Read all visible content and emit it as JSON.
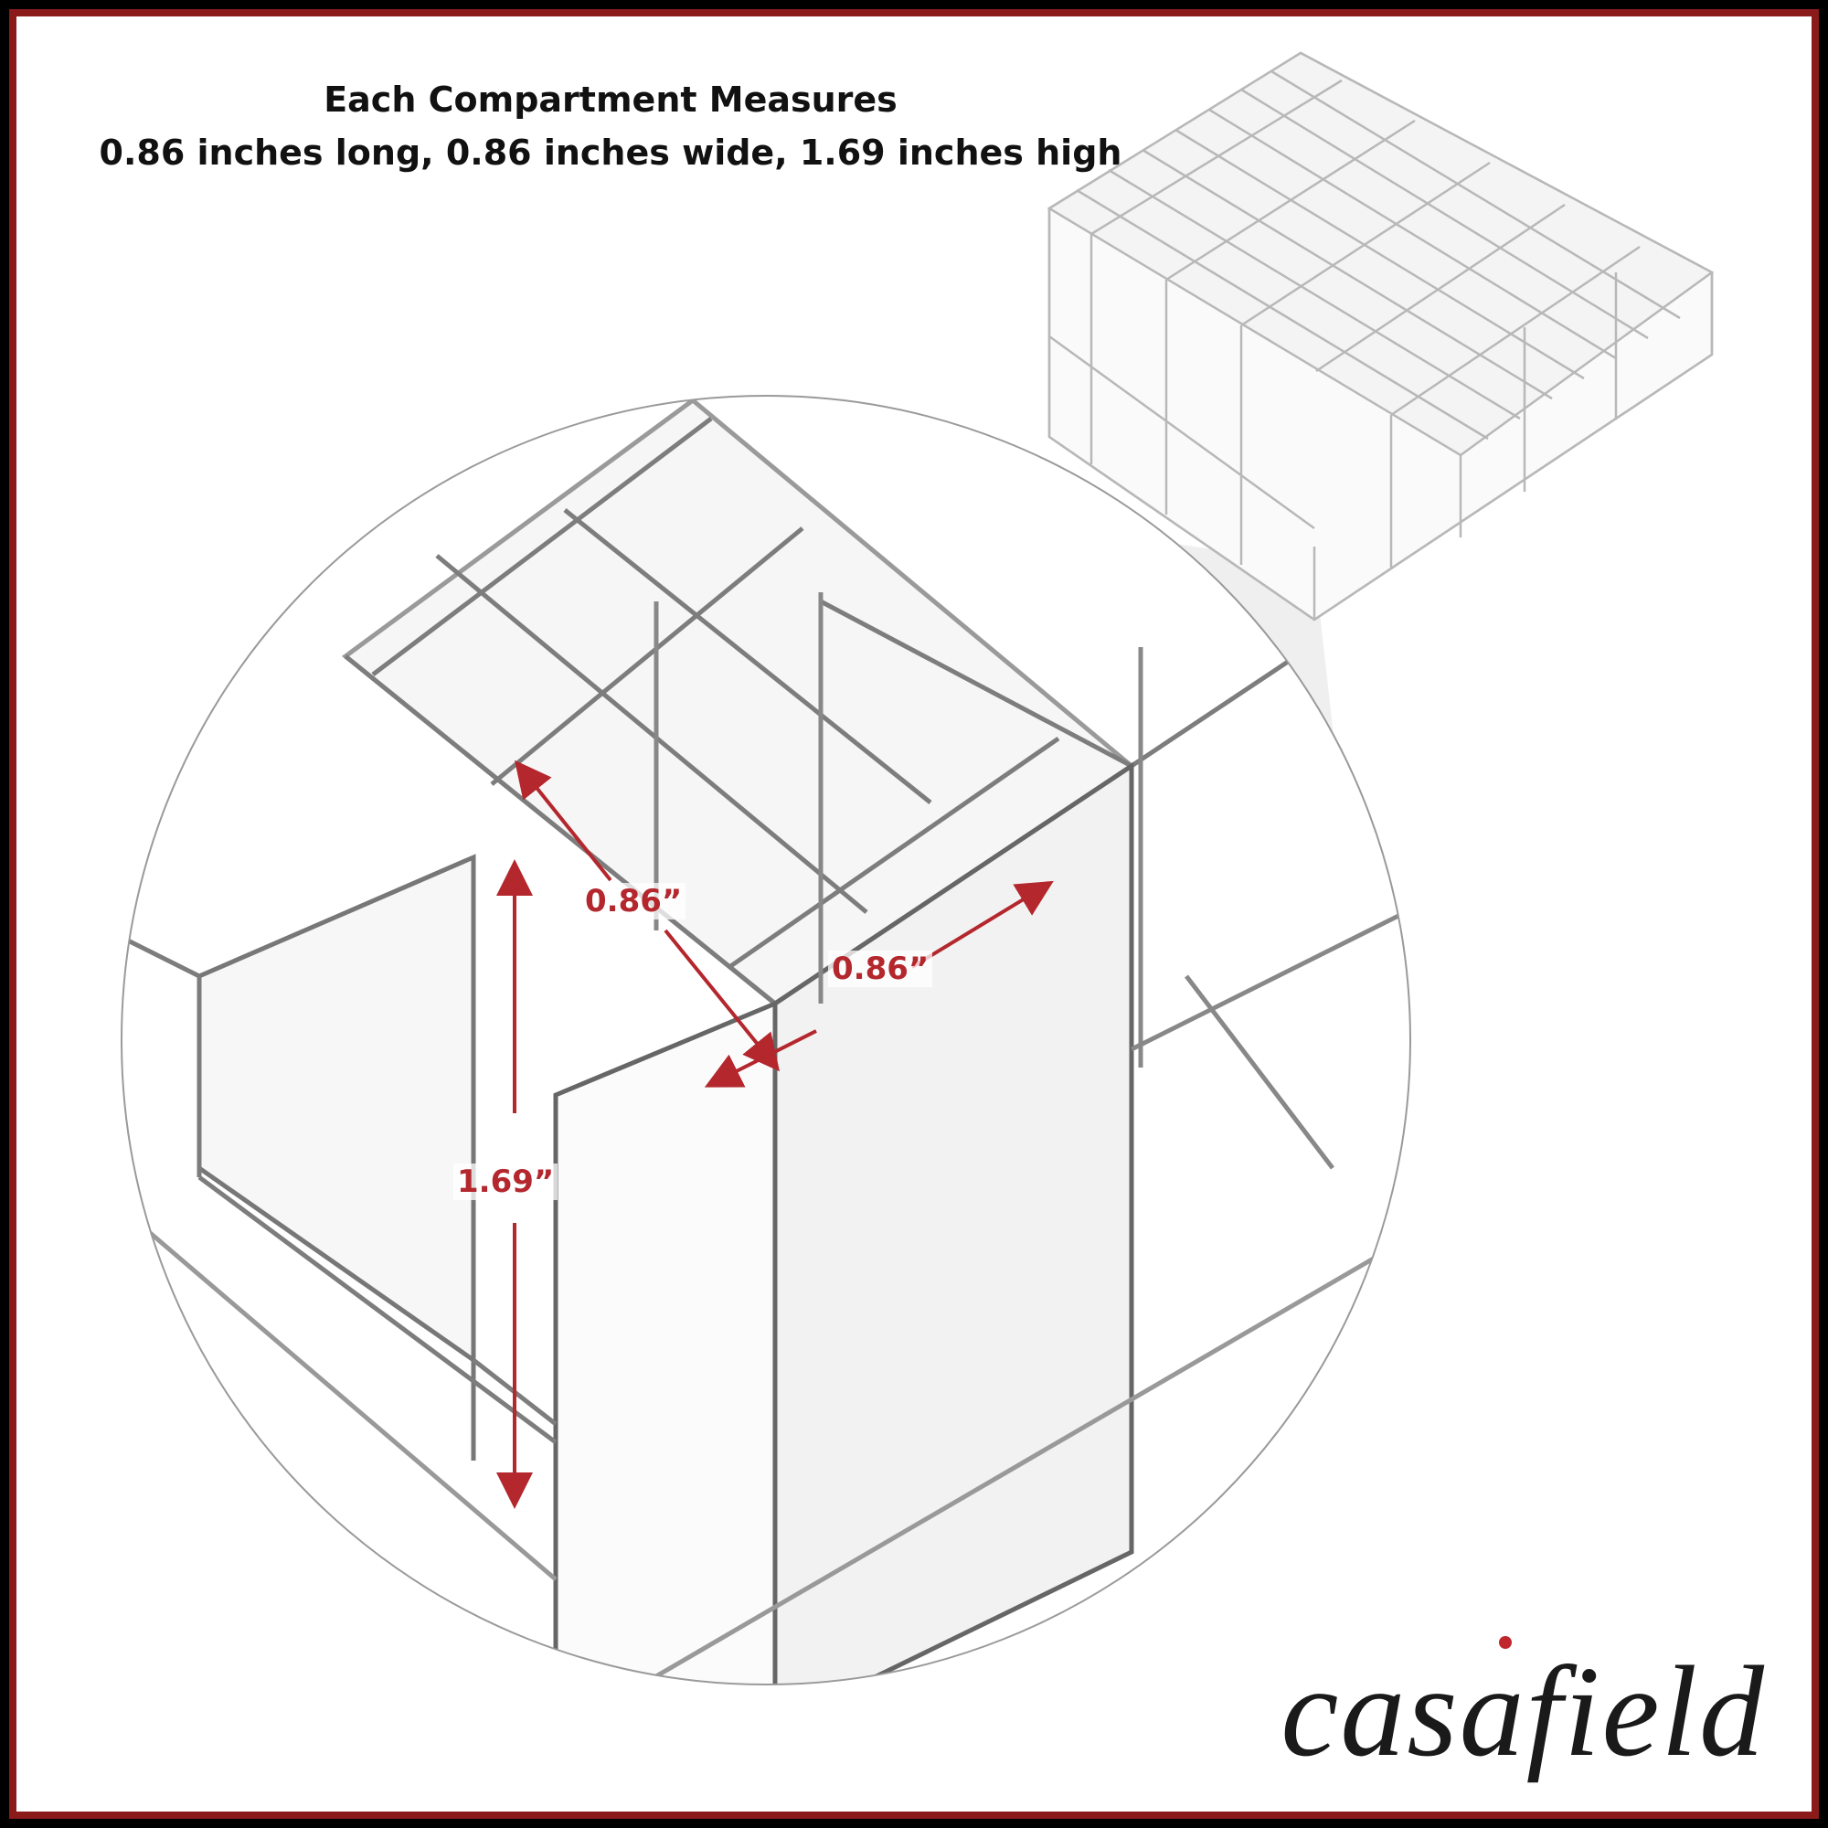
{
  "headline": {
    "line1": "Each Compartment Measures",
    "line2": "0.86 inches long, 0.86 inches wide, 1.69 inches high"
  },
  "dimensions": {
    "length": "0.86”",
    "width": "0.86”",
    "height": "1.69”"
  },
  "brand": {
    "name": "casafield",
    "accent": "#c0262d"
  },
  "colors": {
    "frame": "#8b1a1a",
    "arrow": "#b3272d",
    "background": "#ffffff"
  }
}
